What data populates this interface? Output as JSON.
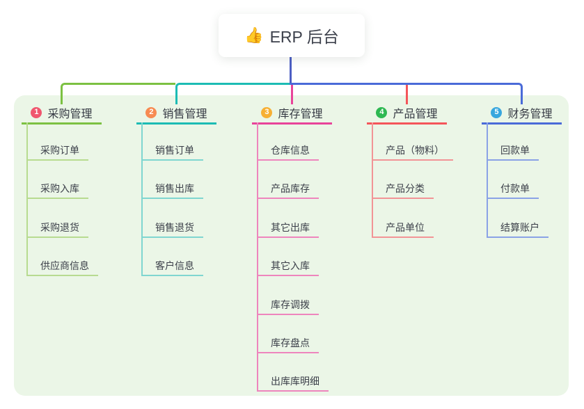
{
  "root": {
    "icon": "👍",
    "title": "ERP 后台"
  },
  "colors": {
    "page_bg": "#ffffff",
    "panel_bg": "#ebf6e7",
    "card_bg": "#ffffff",
    "root_connector": "#4c5ec4",
    "title_text": "#363a44",
    "child_text": "#3b3f49"
  },
  "branches": [
    {
      "badge": "1",
      "title": "采购管理",
      "color_main": "#7cc142",
      "color_light": "#b7db90",
      "color_badge": "#f0566e",
      "children": [
        "采购订单",
        "采购入库",
        "采购退货",
        "供应商信息"
      ]
    },
    {
      "badge": "2",
      "title": "销售管理",
      "color_main": "#1cbcb4",
      "color_light": "#7fd6d0",
      "color_badge": "#f78b52",
      "children": [
        "销售订单",
        "销售出库",
        "销售退货",
        "客户信息"
      ]
    },
    {
      "badge": "3",
      "title": "库存管理",
      "color_main": "#e8449a",
      "color_light": "#ee85bd",
      "color_badge": "#f7b034",
      "children": [
        "仓库信息",
        "产品库存",
        "其它出库",
        "其它入库",
        "库存调拨",
        "库存盘点",
        "出库库明细"
      ]
    },
    {
      "badge": "4",
      "title": "产品管理",
      "color_main": "#f4555a",
      "color_light": "#f29496",
      "color_badge": "#2eb852",
      "children": [
        "产品（物料）",
        "产品分类",
        "产品单位"
      ]
    },
    {
      "badge": "5",
      "title": "财务管理",
      "color_main": "#4a6bd8",
      "color_light": "#8aa2e6",
      "color_badge": "#38a7de",
      "children": [
        "回款单",
        "付款单",
        "结算账户"
      ]
    }
  ]
}
